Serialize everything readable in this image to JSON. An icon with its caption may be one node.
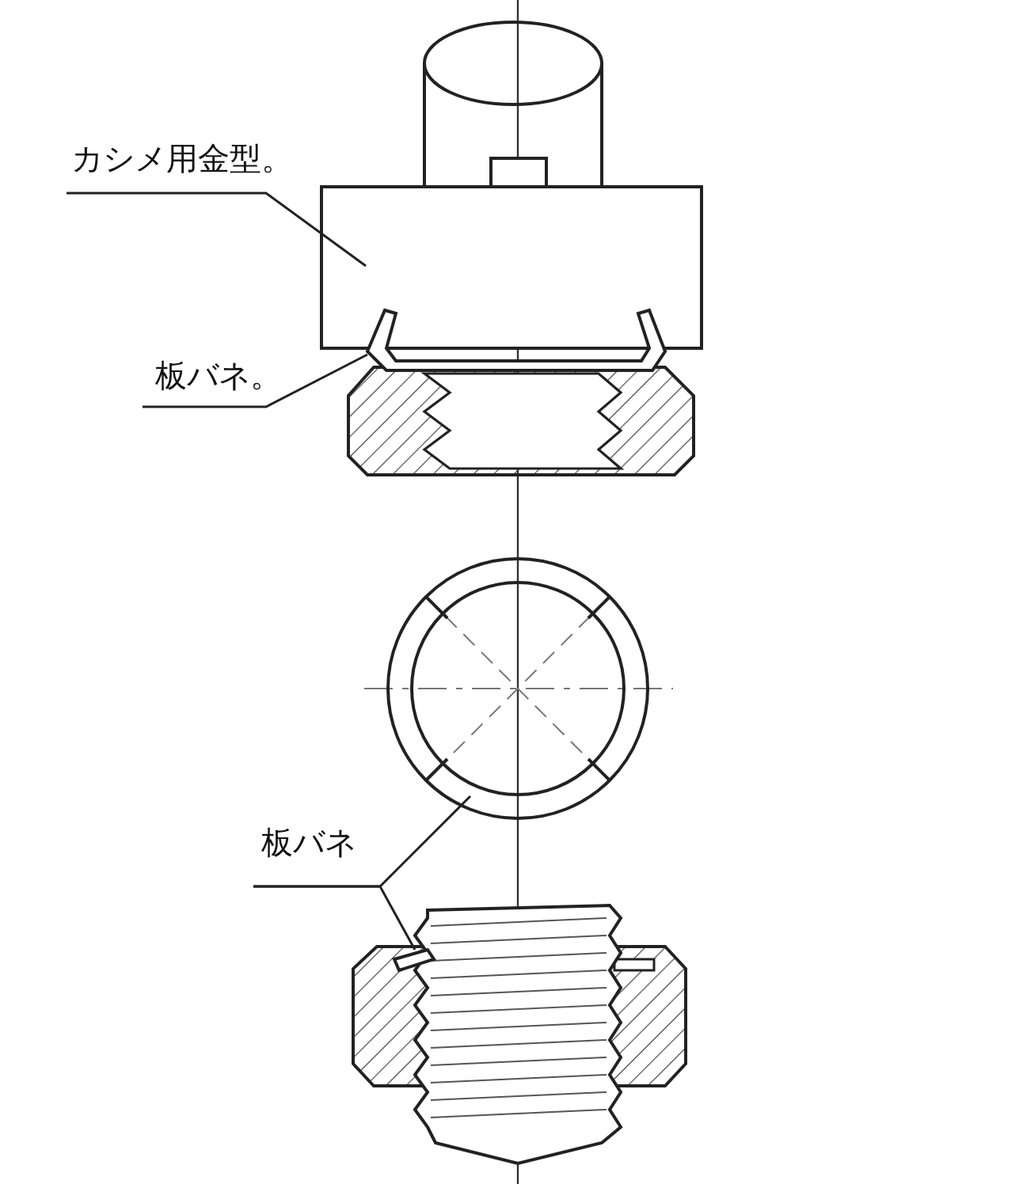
{
  "diagram": {
    "nodes": [
      {
        "text": [
          "カシメ用金型。"
        ]
      },
      {
        "text": [],
        "shape": "box"
      },
      {
        "text": [
          "板バネ。"
        ]
      },
      {
        "text": [],
        "shape": "bar"
      },
      {
        "text": [
          "板バネ"
        ]
      },
      {
        "text": [],
        "shape": "circle"
      },
      {
        "text": [],
        "shape": "bar"
      }
    ],
    "edges": [
      {
        "from": 0,
        "to": 1,
        "arrow": "none"
      },
      {
        "from": 2,
        "to": 3,
        "arrow": "none"
      },
      {
        "from": 4,
        "to": 5,
        "arrow": "none"
      },
      {
        "from": 4,
        "to": 6,
        "arrow": "none"
      }
    ]
  }
}
